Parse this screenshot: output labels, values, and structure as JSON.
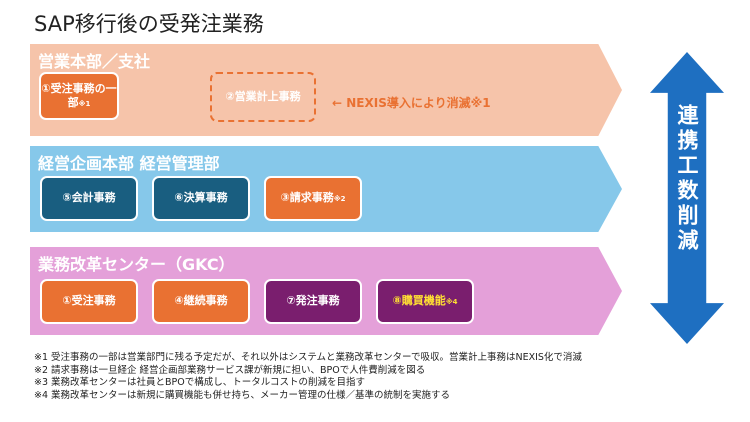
{
  "title": "SAP移行後の受発注業務",
  "bands": [
    {
      "label": "営業本部／支社",
      "boxes": [
        {
          "text": "①受注事務の一部",
          "note": "※1"
        },
        {
          "text": "②営業計上事務"
        }
      ],
      "annotation": "← NEXIS導入により消滅※1"
    },
    {
      "label": "経営企画本部 経営管理部",
      "boxes": [
        {
          "text": "⑤会計事務"
        },
        {
          "text": "⑥決算事務"
        },
        {
          "text": "③請求事務",
          "note": "※2"
        }
      ]
    },
    {
      "label": "業務改革センター（GKC）",
      "boxes": [
        {
          "text": "①受注事務"
        },
        {
          "text": "④継続事務"
        },
        {
          "text": "⑦発注事務"
        },
        {
          "text": "⑧購買機能",
          "note": "※4"
        }
      ]
    }
  ],
  "side_arrow": "連携工数削減",
  "footnotes": [
    "※1 受注事務の一部は営業部門に残る予定だが、それ以外はシステムと業務改革センターで吸収。営業計上事務はNEXIS化で消滅",
    "※2 請求事務は一旦経企 経営企画部業務サービス課が新規に担い、BPOで人件費削減を図る",
    "※3 業務改革センターは社員とBPOで構成し、トータルコストの削減を目指す",
    "※4 業務改革センターは新規に購買機能も併せ持ち、メーカー管理の仕様／基準の統制を実施する"
  ],
  "colors": {
    "orange": "#E97132",
    "teal": "#195E80",
    "purple": "#7A1E6E",
    "blue": "#1E6FC1"
  }
}
